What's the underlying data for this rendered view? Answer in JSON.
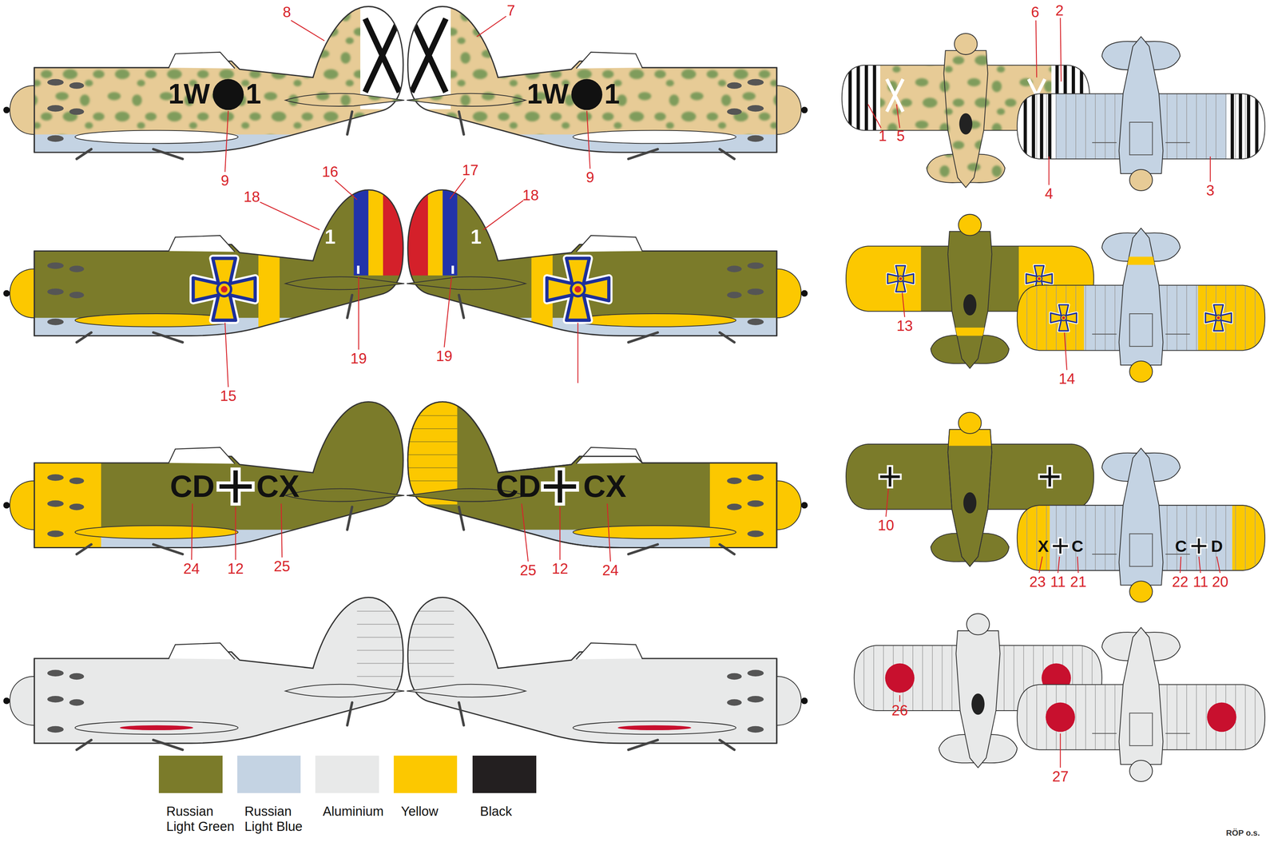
{
  "diagram": {
    "labels": [
      "8",
      "7",
      "6",
      "2",
      "1W",
      "1",
      "1W",
      "1",
      "1",
      "5",
      "9",
      "9",
      "4",
      "3",
      "16",
      "17",
      "18",
      "18",
      "1",
      "1",
      "13",
      "19",
      "19",
      "14",
      "15",
      "CD",
      "CX",
      "CD",
      "CX",
      "X",
      "C",
      "C",
      "D",
      "10",
      "24",
      "12",
      "25",
      "25",
      "12",
      "24",
      "23",
      "11",
      "21",
      "22",
      "11",
      "20",
      "26",
      "27",
      "RÖP o.s."
    ],
    "legend": [
      {
        "text": "Russian Light Green",
        "color": "#7b7b2a"
      },
      {
        "text": "Russian Light Blue",
        "color": "#c4d3e3"
      },
      {
        "text": "Aluminium",
        "color": "#e8e9e9"
      },
      {
        "text": "Yellow",
        "color": "#fcc800"
      },
      {
        "text": "Black",
        "color": "#231f20"
      }
    ]
  }
}
